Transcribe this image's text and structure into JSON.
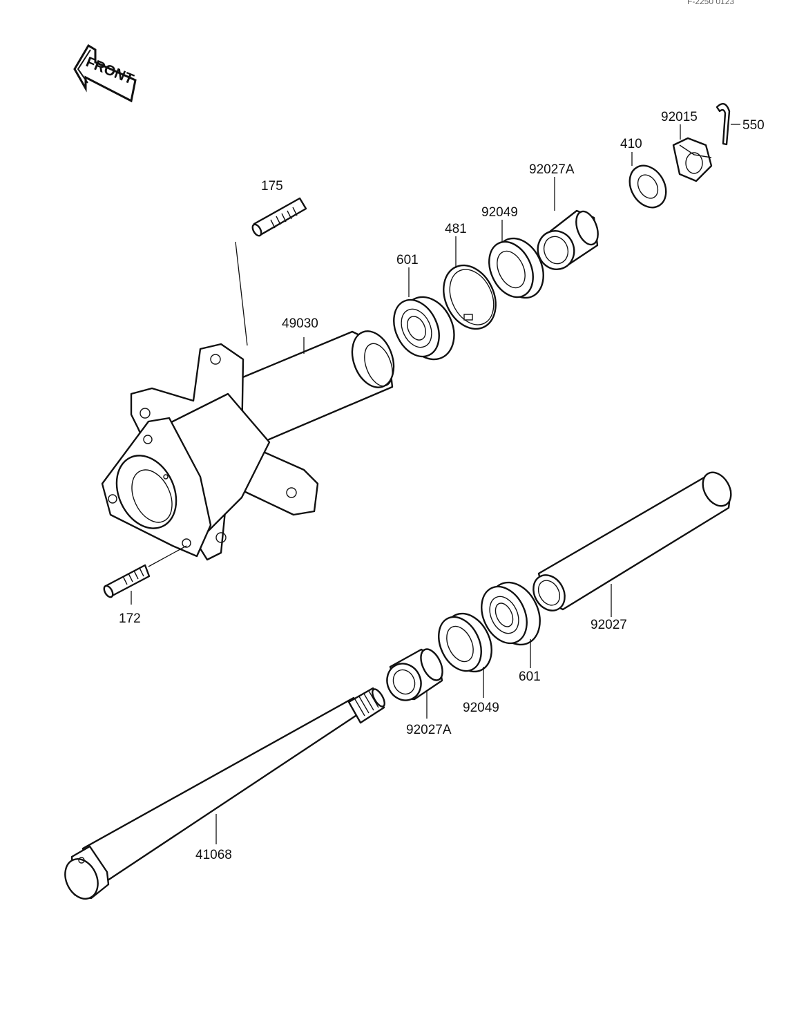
{
  "ref_code": "F-2250 0123",
  "front_marker": "FRONT",
  "parts": {
    "p175": "175",
    "p172": "172",
    "p49030": "49030",
    "p601_top": "601",
    "p481": "481",
    "p92049_top": "92049",
    "p92027A_top": "92027A",
    "p410": "410",
    "p92015": "92015",
    "p550": "550",
    "p92027": "92027",
    "p601_bottom": "601",
    "p92049_bottom": "92049",
    "p92027A_bottom": "92027A",
    "p41068": "41068"
  }
}
